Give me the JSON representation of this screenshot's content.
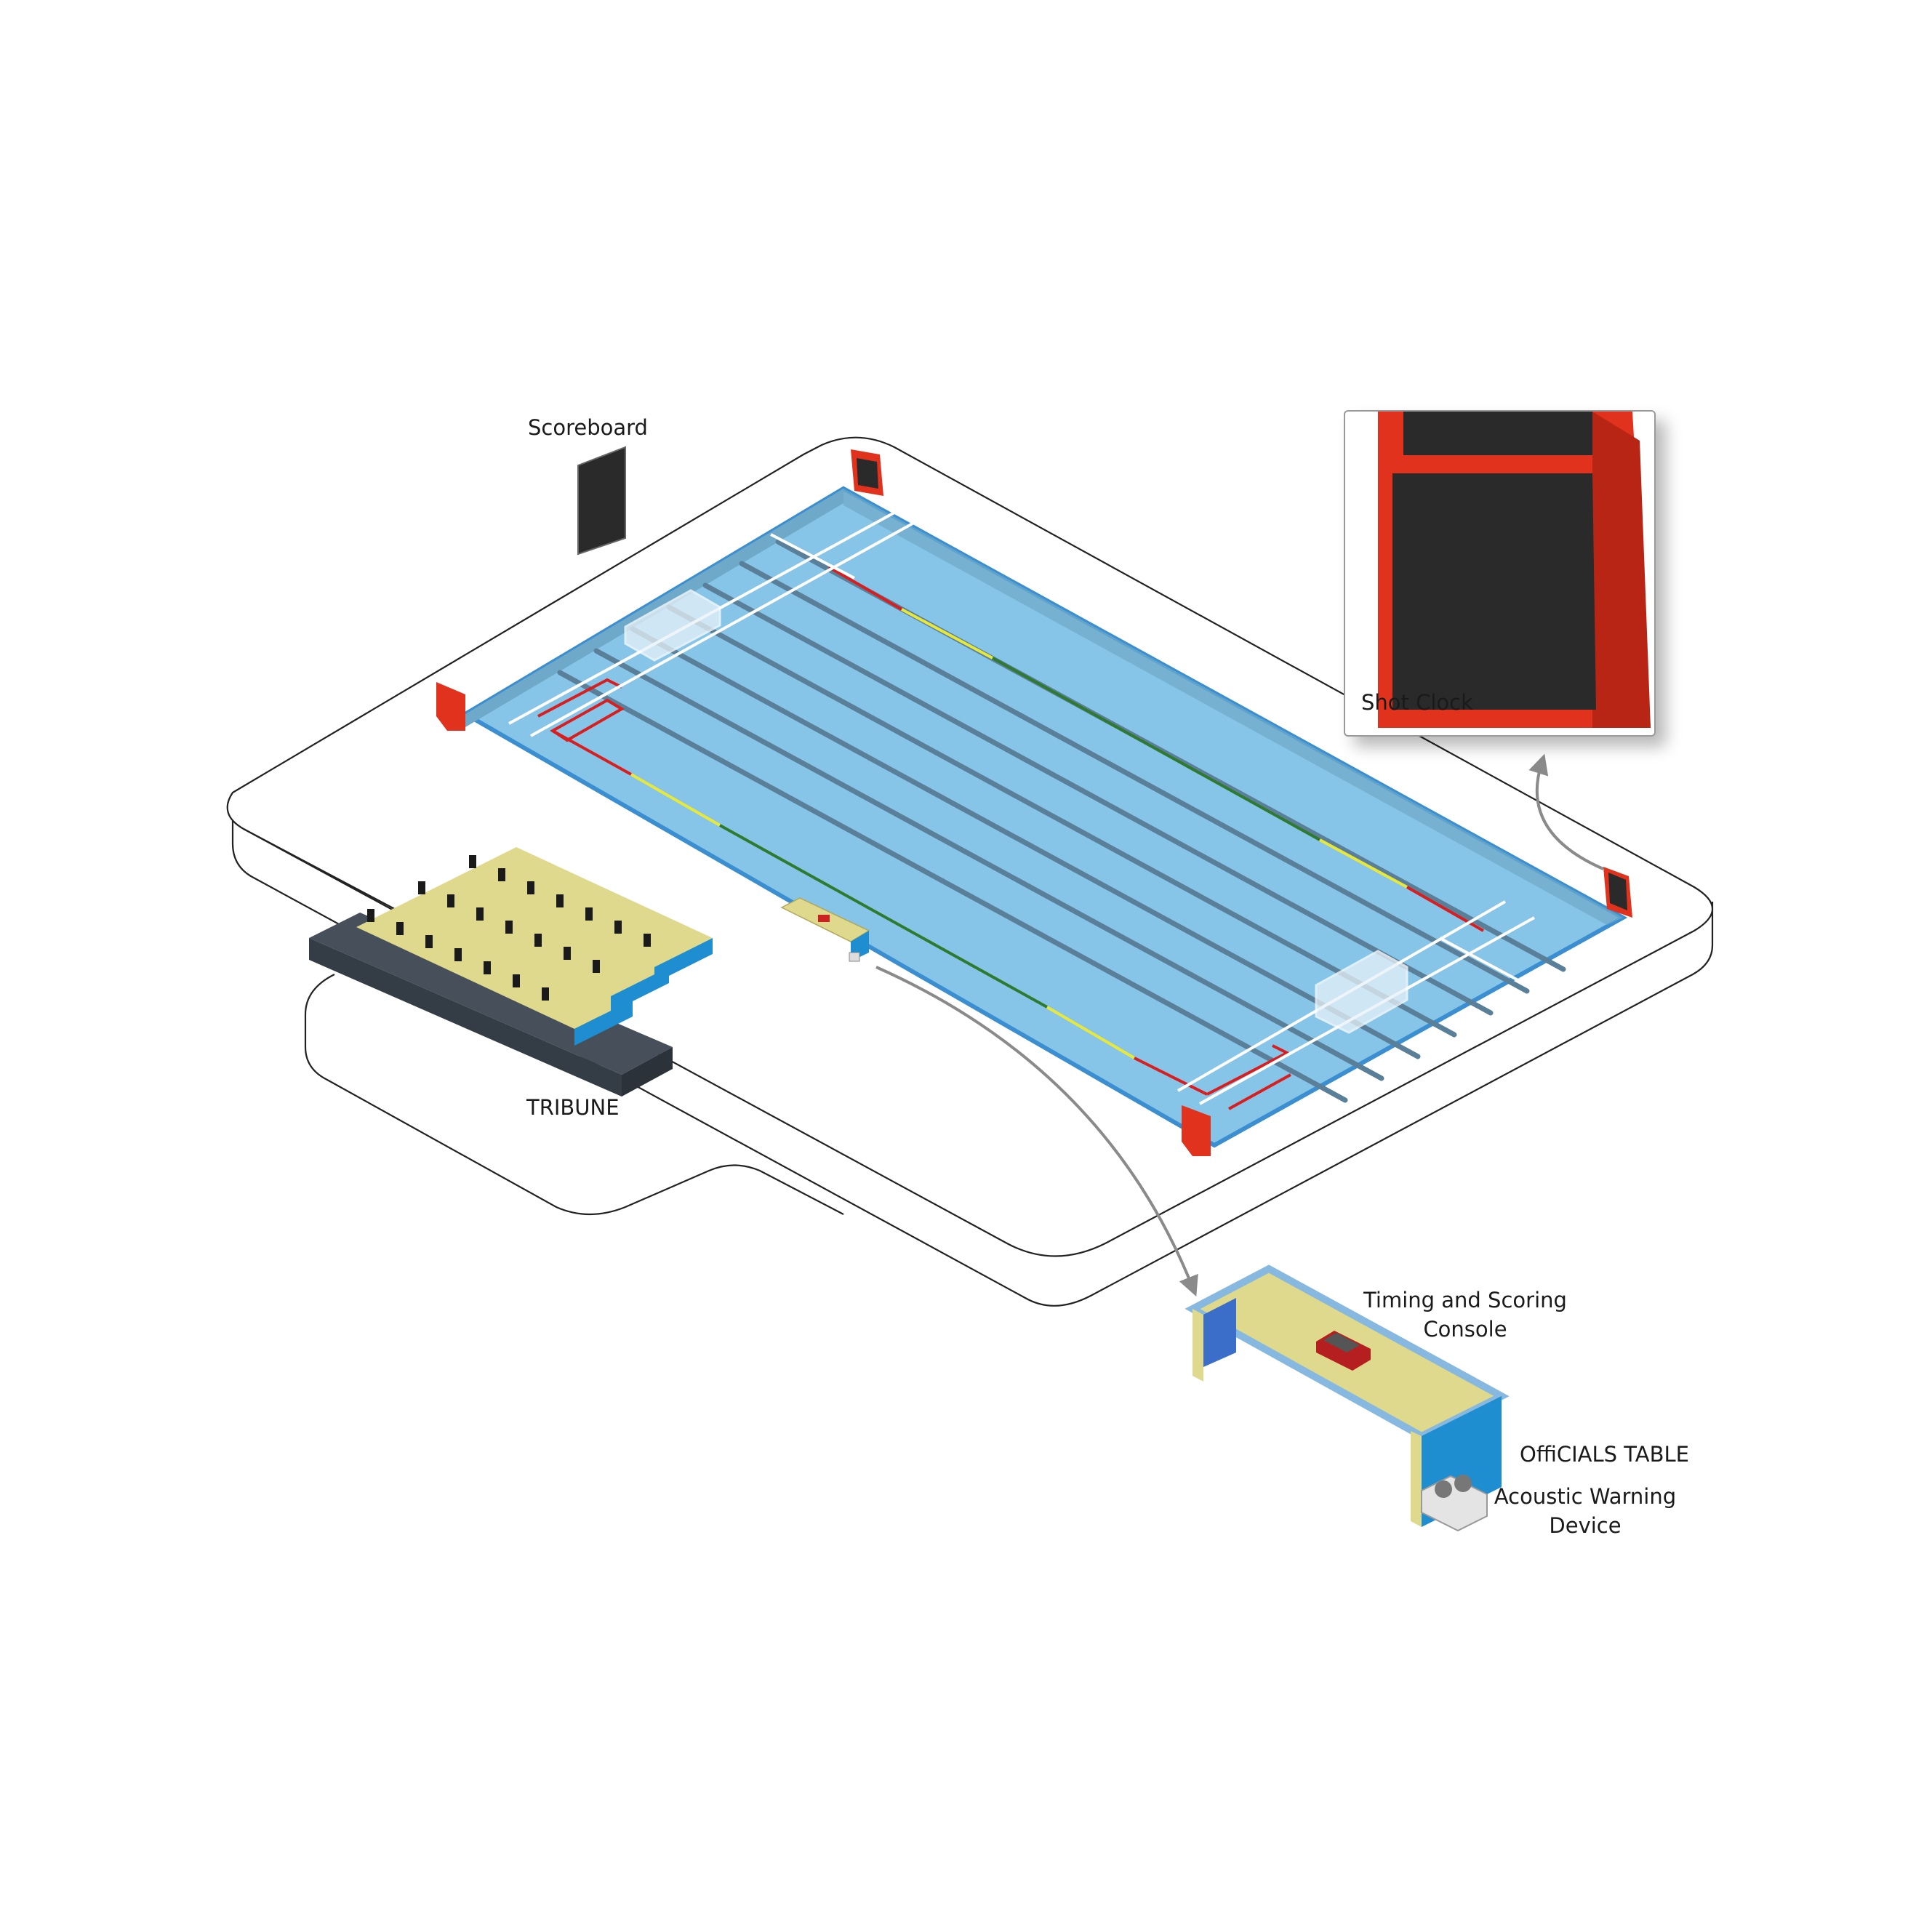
{
  "labels": {
    "scoreboard": "Scoreboard",
    "shot_clock": "Shot Clock",
    "tribune": "TRIBUNE",
    "timing_console_line1": "Timing and Scoring",
    "timing_console_line2": "Console",
    "officials_table": "OffiCIALS TABLE",
    "acoustic_line1": "Acoustic Warning",
    "acoustic_line2": "Device"
  },
  "colors": {
    "water": "#86c4e8",
    "water_dark": "#6fa9c9",
    "pool_edge": "#3b8fd0",
    "lane_rope": "#5a7f99",
    "shot_clock_red": "#e0321c",
    "screen_dark": "#2a2a2a",
    "table_top": "#ded98c",
    "table_side": "#1e8ed0",
    "line_red": "#d81e1e",
    "line_yellow": "#e8e83a",
    "line_green": "#2e7a2e"
  },
  "icons": {
    "shot_clock": "shot-clock-icon",
    "scoreboard": "scoreboard-icon",
    "console": "console-icon",
    "acoustic_device": "speaker-icon"
  }
}
